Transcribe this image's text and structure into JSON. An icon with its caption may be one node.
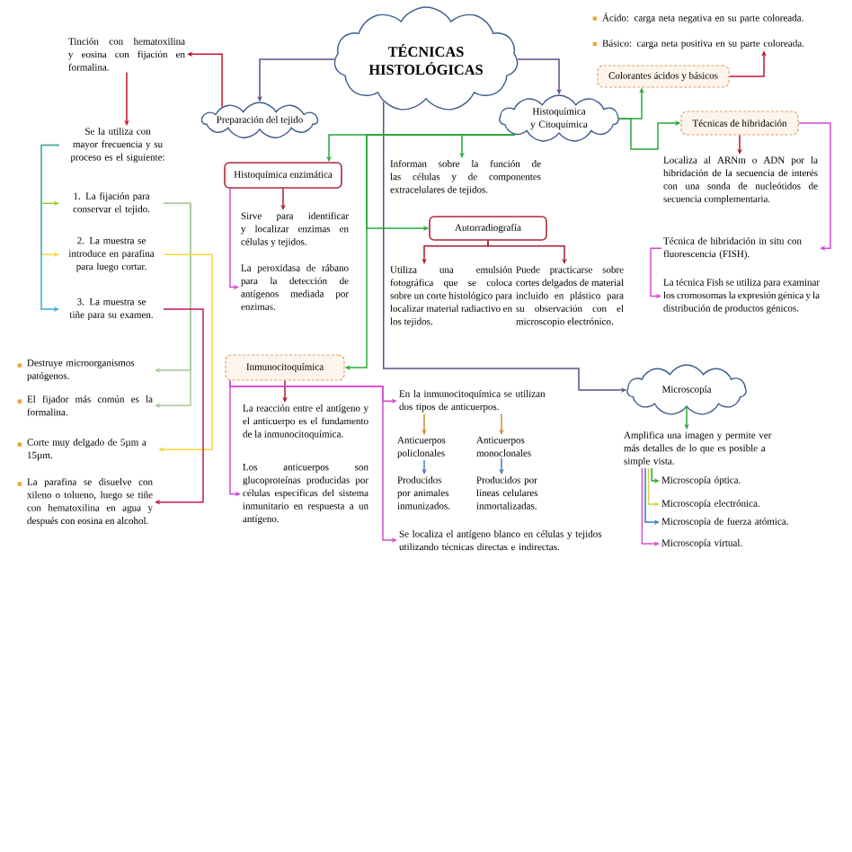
{
  "diagram": {
    "nodes": [
      {
        "text": [
          "TÉCNICAS HISTOLÓGICAS"
        ]
      },
      {
        "text": [
          "Ácido: carga neta negativa en su parte coloreada.",
          "Básico: carga neta positiva en su parte coloreada."
        ]
      },
      {
        "text": [
          "Tinción con hematoxilina y eosina con fijación en formalina."
        ]
      },
      {
        "text": [
          "Colorantes ácidos y básicos"
        ]
      },
      {
        "text": [
          "Histoquímica y Citoquímica"
        ]
      },
      {
        "text": [
          "Preparación del tejido"
        ]
      },
      {
        "text": [
          "Técnicas de hibridación"
        ]
      },
      {
        "text": [
          "Se la utiliza con mayor frecuencia y su proceso es el siguiente:"
        ]
      },
      {
        "text": [
          "Localiza al ARNm o ADN por la hibridación de la secuencia de interés con una sonda de nucleótidos de secuencia complementaria."
        ]
      },
      {
        "text": [
          "Informan sobre la función de las células y de componentes extracelulares de tejidos."
        ]
      },
      {
        "text": [
          "Histoquímica enzimática"
        ]
      },
      {
        "text": [
          "1. La fijación para conservar el tejido."
        ]
      },
      {
        "text": [
          "Sirve para identificar y localizar enzimas en células y tejidos."
        ]
      },
      {
        "text": [
          "Autorradiografía"
        ]
      },
      {
        "text": [
          "Técnica de hibridación in situ con fluorescencia (FISH)."
        ]
      },
      {
        "text": [
          "2. La muestra se introduce en parafina para luego cortar."
        ]
      },
      {
        "text": [
          "La peroxidasa de rábano para la detección de antígenos mediada por enzimas."
        ]
      },
      {
        "text": [
          "Utiliza una emulsión fotográfica que se coloca sobre un corte histológico para localizar material radiactivo en los tejidos."
        ]
      },
      {
        "text": [
          "Puede practicarse sobre cortes delgados de material incluido en plástico para su observación con el microscopio electrónico."
        ]
      },
      {
        "text": [
          "La técnica Fish se utiliza para examinar los cromosomas la expresión génica y la distribución de productos génicos."
        ]
      },
      {
        "text": [
          "3. La muestra se tiñe para su examen."
        ]
      },
      {
        "text": [
          "Destruye microorganismos patógenos."
        ]
      },
      {
        "text": [
          "Inmunocitoquímica"
        ]
      },
      {
        "text": [
          "Microscopía"
        ]
      },
      {
        "text": [
          "En la inmunocitoquímica se utilizan dos tipos de anticuerpos."
        ]
      },
      {
        "text": [
          "El fijador más común es la formalina."
        ]
      },
      {
        "text": [
          "La reacción entre el antígeno y el anticuerpo es el fundamento de la inmunocitoquímica."
        ]
      },
      {
        "text": [
          "Amplifica una imagen y permite ver más detalles de lo que es posible a simple vista."
        ]
      },
      {
        "text": [
          "Anticuerpos policlonales"
        ]
      },
      {
        "text": [
          "Anticuerpos monoclonales"
        ]
      },
      {
        "text": [
          "Corte muy delgado de 5µm a 15µm."
        ]
      },
      {
        "text": [
          "Los anticuerpos son glucoproteínas producidas por células específicas del sistema inmunitario en respuesta a un antígeno."
        ]
      },
      {
        "text": [
          "Producidos por animales inmunizados."
        ]
      },
      {
        "text": [
          "Producidos por líneas celulares inmortalizadas."
        ]
      },
      {
        "text": [
          "La parafina se disuelve con xileno o tolueno, luego se tiñe con hematoxilina en agua y después con eosina en alcohol."
        ]
      },
      {
        "text": [
          "Microscopía óptica."
        ]
      },
      {
        "text": [
          "Microscopía electrónica."
        ]
      },
      {
        "text": [
          "Microscopía de fuerza atómica."
        ]
      },
      {
        "text": [
          "Se localiza el antígeno blanco en células y tejidos utilizando técnicas directas e indirectas."
        ]
      },
      {
        "text": [
          "Microscopía virtual."
        ]
      }
    ],
    "edges": [
      {
        "from": 0,
        "to": 5,
        "arrow": "to",
        "color": "#5f4b8b"
      },
      {
        "from": 0,
        "to": 4,
        "arrow": "to",
        "color": "#5f4b8b"
      },
      {
        "from": 0,
        "to": 23,
        "arrow": "to",
        "color": "#5f4b8b"
      },
      {
        "from": 5,
        "to": 2,
        "arrow": "to",
        "color": "#c8102e"
      },
      {
        "from": 2,
        "to": 7,
        "arrow": "to",
        "color": "#c8102e"
      },
      {
        "from": 7,
        "to": 11,
        "arrow": "to",
        "color": "#9acd32"
      },
      {
        "from": 7,
        "to": 15,
        "arrow": "to",
        "color": "#f0d93c"
      },
      {
        "from": 7,
        "to": 20,
        "arrow": "to",
        "color": "#3aa9d8"
      },
      {
        "from": 11,
        "to": 21,
        "arrow": "to",
        "color": "#a8c99a"
      },
      {
        "from": 11,
        "to": 25,
        "arrow": "to",
        "color": "#a8c99a"
      },
      {
        "from": 15,
        "to": 30,
        "arrow": "to",
        "color": "#f0d93c"
      },
      {
        "from": 20,
        "to": 34,
        "arrow": "to",
        "color": "#c2185b"
      },
      {
        "from": 4,
        "to": 10,
        "arrow": "to"
      },
      {
        "from": 4,
        "to": 9,
        "arrow": "to"
      },
      {
        "from": 4,
        "to": 13,
        "arrow": "to"
      },
      {
        "from": 4,
        "to": 22,
        "arrow": "to"
      },
      {
        "from": 4,
        "to": 3,
        "arrow": "to"
      },
      {
        "from": 4,
        "to": 6,
        "arrow": "to"
      },
      {
        "from": 3,
        "to": 1,
        "arrow": "to",
        "color": "#c8102e"
      },
      {
        "from": 6,
        "to": 8,
        "arrow": "to",
        "color": "#a51c30"
      },
      {
        "from": 6,
        "to": 14,
        "arrow": "to",
        "color": "#d54bd0"
      },
      {
        "from": 14,
        "to": 19,
        "arrow": "to",
        "color": "#d54bd0"
      },
      {
        "from": 10,
        "to": 12,
        "arrow": "to",
        "color": "#a51c30"
      },
      {
        "from": 10,
        "to": 16,
        "arrow": "to",
        "color": "#d54bd0"
      },
      {
        "from": 13,
        "to": 17,
        "arrow": "to",
        "color": "#a51c30"
      },
      {
        "from": 13,
        "to": 18,
        "arrow": "to",
        "color": "#a51c30"
      },
      {
        "from": 22,
        "to": 26,
        "arrow": "to",
        "color": "#a51c30"
      },
      {
        "from": 22,
        "to": 31,
        "arrow": "to",
        "color": "#d54bd0"
      },
      {
        "from": 22,
        "to": 24,
        "arrow": "to",
        "color": "#d54bd0"
      },
      {
        "from": 22,
        "to": 38,
        "arrow": "to",
        "color": "#d54bd0"
      },
      {
        "from": 24,
        "to": 28,
        "arrow": "to",
        "color": "#d08a34"
      },
      {
        "from": 24,
        "to": 29,
        "arrow": "to",
        "color": "#d08a34"
      },
      {
        "from": 28,
        "to": 32,
        "arrow": "to",
        "color": "#4a7cc9"
      },
      {
        "from": 29,
        "to": 33,
        "arrow": "to",
        "color": "#4a7cc9"
      },
      {
        "from": 23,
        "to": 27,
        "arrow": "to"
      },
      {
        "from": 27,
        "to": 39,
        "arrow": "to",
        "color": "#d54bd0"
      },
      {
        "from": 27,
        "to": 37,
        "arrow": "to",
        "color": "#2f7fb8"
      },
      {
        "from": 27,
        "to": 36,
        "arrow": "to",
        "color": "#c9d84a"
      },
      {
        "from": 27,
        "to": 35,
        "arrow": "to"
      }
    ]
  }
}
